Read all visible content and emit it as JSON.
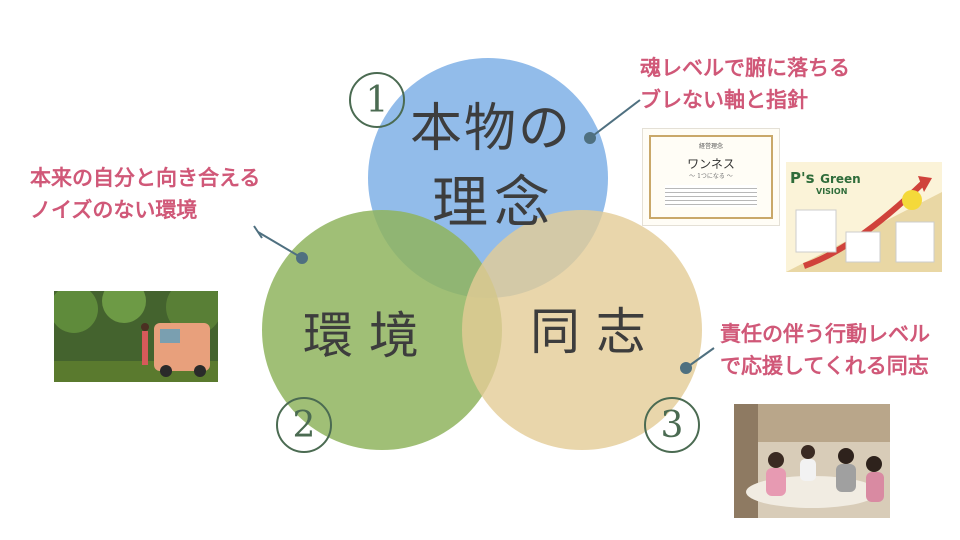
{
  "diagram": {
    "circles": [
      {
        "id": 1,
        "number": "1",
        "label_line1": "本物の",
        "label_line2": "理念",
        "color": "#7fb0e6"
      },
      {
        "id": 2,
        "number": "2",
        "label": "環 境",
        "color": "#8fb45e"
      },
      {
        "id": 3,
        "number": "3",
        "label": "同 志",
        "color": "#e3cc96"
      }
    ]
  },
  "captions": {
    "top_right": [
      "魂レベルで腑に落ちる",
      "ブレない軸と指針"
    ],
    "left": [
      "本来の自分と向き合える",
      "ノイズのない環境"
    ],
    "bottom_right": [
      "責任の伴う行動レベル",
      "で応援してくれる同志"
    ]
  },
  "document_card": {
    "header": "経営理念",
    "title": "ワンネス",
    "subtitle": "〜 1つになる 〜"
  },
  "vision_card": {
    "title_part1": "P's",
    "title_part2": "Green",
    "title_part3": "VISION"
  },
  "colors": {
    "accent_pink": "#d05878",
    "number_green": "#4b6b52",
    "label_gray": "#3d3d3d"
  }
}
